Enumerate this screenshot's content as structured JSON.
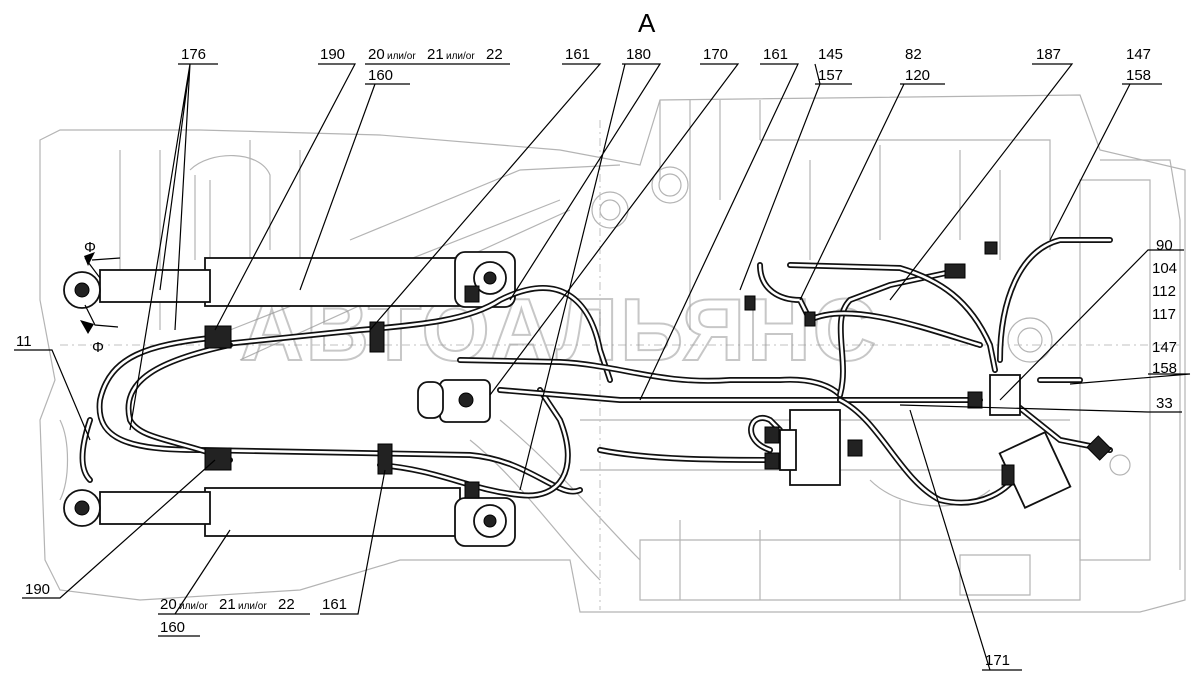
{
  "view_title": "А",
  "watermark": "АВТОАЛЬЯНС",
  "callouts_top": [
    {
      "id": "c176",
      "text": "176"
    },
    {
      "id": "c190t",
      "text": "190"
    },
    {
      "id": "c161a",
      "text": "161"
    },
    {
      "id": "c180",
      "text": "180"
    },
    {
      "id": "c170",
      "text": "170"
    },
    {
      "id": "c161b",
      "text": "161"
    },
    {
      "id": "c187",
      "text": "187"
    }
  ],
  "callouts_stacked": [
    {
      "id": "s145",
      "top": "145",
      "bottom": "157"
    },
    {
      "id": "s82",
      "top": "82",
      "bottom": "120"
    },
    {
      "id": "s147t",
      "top": "147",
      "bottom": "158"
    },
    {
      "id": "s147r",
      "top": "147",
      "bottom": "158"
    }
  ],
  "callout_right_group": [
    "90",
    "104",
    "112",
    "117"
  ],
  "callouts_other": [
    {
      "id": "c33",
      "text": "33"
    },
    {
      "id": "c11",
      "text": "11"
    },
    {
      "id": "c190b",
      "text": "190"
    },
    {
      "id": "c161c",
      "text": "161"
    },
    {
      "id": "c171",
      "text": "171"
    }
  ],
  "variant_top": {
    "p1": "20",
    "sep1": "или/or",
    "p2": "21",
    "sep2": "или/or",
    "p3": "22",
    "bottom": "160"
  },
  "variant_bottom": {
    "p1": "20",
    "sep1": "или/or",
    "p2": "21",
    "sep2": "или/or",
    "p3": "22",
    "bottom": "160"
  },
  "phi_symbol": "Φ"
}
